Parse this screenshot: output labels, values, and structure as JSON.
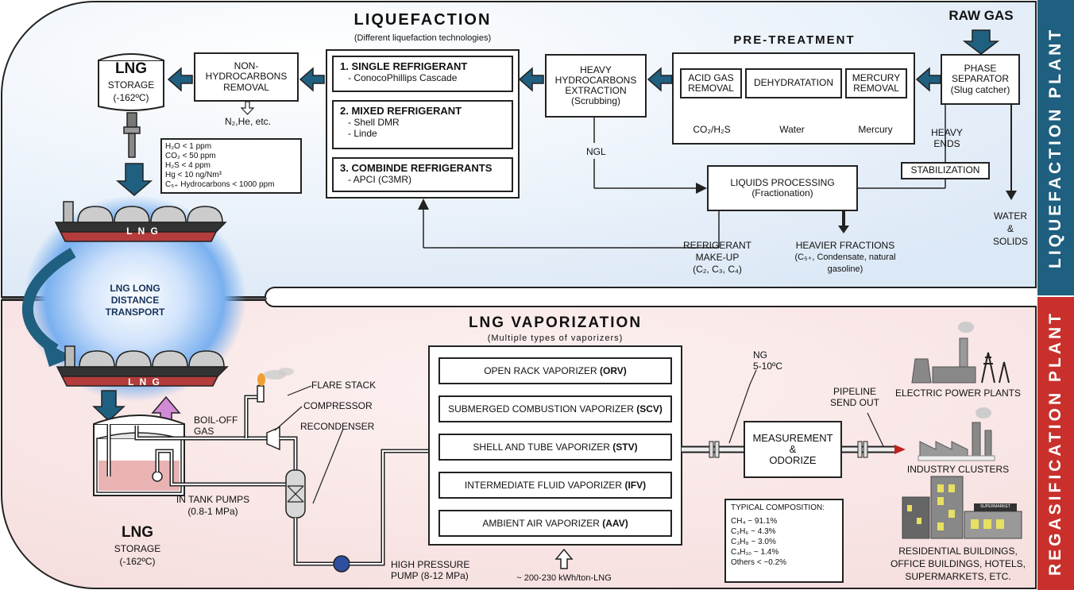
{
  "side_labels": {
    "top": "LIQUEFACTION PLANT",
    "bottom": "REGASIFICATION PLANT"
  },
  "colors": {
    "blue_band": "#1f5f7f",
    "red_band": "#c9302c",
    "top_bg": "#dde9f5",
    "bottom_bg": "#f7e0e0",
    "arrow_blue": "#1f5f7f",
    "arrow_pink": "#d38ad6"
  },
  "liquefaction": {
    "title": "LIQUEFACTION",
    "subtitle": "(Different liquefaction technologies)",
    "refrigerants": [
      {
        "title": "1. SINGLE REFRIGERANT",
        "lines": [
          "- ConocoPhillips Cascade"
        ]
      },
      {
        "title": "2. MIXED REFRIGERANT",
        "lines": [
          "- Shell DMR",
          "- Linde"
        ]
      },
      {
        "title": "3. COMBINDE REFRIGERANTS",
        "lines": [
          "- APCI (C3MR)"
        ]
      }
    ]
  },
  "raw_gas": "RAW GAS",
  "phase_separator": {
    "line1": "PHASE",
    "line2": "SEPARATOR",
    "line3": "(Slug catcher)"
  },
  "pretreatment": {
    "title": "PRE-TREATMENT",
    "acid_gas": {
      "line1": "ACID GAS",
      "line2": "REMOVAL",
      "output": "CO₂/H₂S"
    },
    "dehydration": {
      "label": "DEHYDRATATION",
      "output": "Water"
    },
    "mercury": {
      "line1": "MERCURY",
      "line2": "REMOVAL",
      "output": "Mercury"
    }
  },
  "heavy_hc": {
    "line1": "HEAVY",
    "line2": "HYDROCARBONS",
    "line3": "EXTRACTION",
    "line4": "(Scrubbing)"
  },
  "non_hc": {
    "line1": "NON-",
    "line2": "HYDROCARBONS",
    "line3": "REMOVAL",
    "output": "N₂,He, etc."
  },
  "lng_storage_top": {
    "title": "LNG",
    "line1": "STORAGE",
    "line2": "(-162ºC)"
  },
  "spec_lines": [
    "H₂O < 1 ppm",
    "CO₂ < 50 ppm",
    "H₂S < 4 ppm",
    "Hg < 10 ng/Nm³",
    "C₅₊ Hydrocarbons < 1000 ppm"
  ],
  "ngl": "NGL",
  "heavy_ends": {
    "line1": "HEAVY",
    "line2": "ENDS"
  },
  "stabilization": "STABILIZATION",
  "liquids_processing": {
    "line1": "LIQUIDS PROCESSING",
    "line2": "(Fractionation)"
  },
  "water_solids": {
    "line1": "WATER",
    "line2": "&",
    "line3": "SOLIDS"
  },
  "refrigerant_makeup": {
    "line1": "REFRIGERANT",
    "line2": "MAKE-UP",
    "line3": "(C₂, C₃, C₄)"
  },
  "heavier_fractions": {
    "line1": "HEAVIER FRACTIONS",
    "line2": "(C₅₊, Condensate, natural",
    "line3": "gasoline)"
  },
  "ship_label": "L N G",
  "transport": {
    "line1": "LNG LONG",
    "line2": "DISTANCE",
    "line3": "TRANSPORT"
  },
  "vaporization": {
    "title": "LNG VAPORIZATION",
    "subtitle": "(Multiple types of vaporizers)",
    "vaporizers": [
      {
        "name": "OPEN RACK VAPORIZER",
        "code": "(ORV)"
      },
      {
        "name": "SUBMERGED COMBUSTION VAPORIZER",
        "code": "(SCV)"
      },
      {
        "name": "SHELL AND TUBE VAPORIZER",
        "code": "(STV)"
      },
      {
        "name": "INTERMEDIATE FLUID VAPORIZER",
        "code": "(IFV)"
      },
      {
        "name": "AMBIENT AIR VAPORIZER",
        "code": "(AAV)"
      }
    ],
    "energy": "~ 200-230 kWh/ton-LNG"
  },
  "flare_stack": "FLARE STACK",
  "compressor": "COMPRESSOR",
  "recondenser": "RECONDENSER",
  "boil_off": {
    "line1": "BOIL-OFF",
    "line2": "GAS"
  },
  "in_tank_pumps": {
    "line1": "IN TANK PUMPS",
    "line2": "(0.8-1 MPa)"
  },
  "hp_pump": {
    "line1": "High pressure",
    "line2": "PUMP (8-12 MPa)"
  },
  "lng_storage_bottom": {
    "title": "LNG",
    "line1": "STORAGE",
    "line2": "(-162ºC)"
  },
  "ng": {
    "line1": "NG",
    "line2": "5-10ºC"
  },
  "measurement": {
    "line1": "MEASUREMENT",
    "line2": "&",
    "line3": "ODORIZE"
  },
  "pipeline": {
    "line1": "PIPELINE",
    "line2": "SEND OUT"
  },
  "composition": {
    "title": "TYPICAL COMPOSITION:",
    "lines": [
      "CH₄ ~ 91.1%",
      "C₂H₆ ~ 4.3%",
      "C₃H₈ ~ 3.0%",
      "C₄H₁₀ ~ 1.4%",
      "Others < ~0.2%"
    ]
  },
  "consumers": {
    "power": "ELECTRIC POWER PLANTS",
    "industry": "INDUSTRY CLUSTERS",
    "supermarket_sign": "SUPERMARKET",
    "residential": {
      "line1": "RESIDENTIAL BUILDINGS,",
      "line2": "OFFICE BUILDINGS, HOTELS,",
      "line3": "SUPERMARKETS, ETC."
    }
  }
}
